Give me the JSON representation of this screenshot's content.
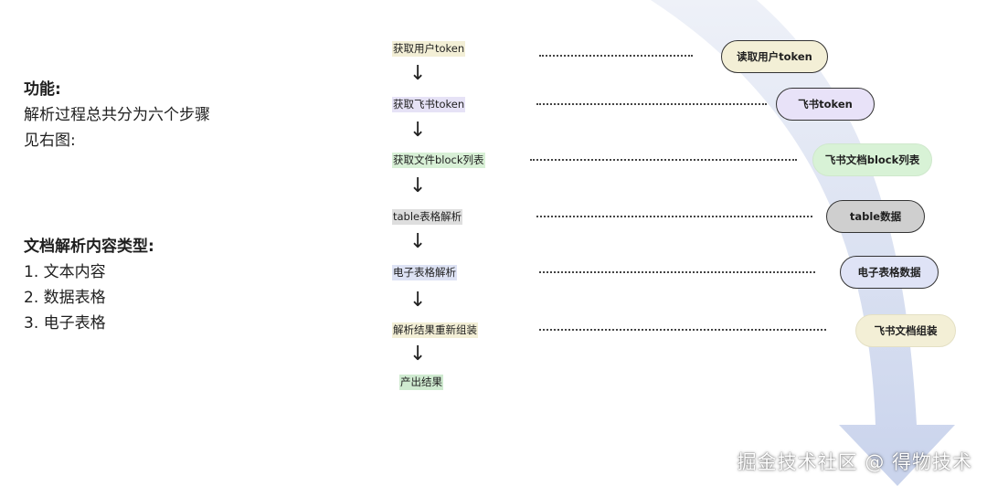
{
  "left": {
    "func_title": "功能:",
    "func_line1": "解析过程总共分为六个步骤",
    "func_line2": "见右图:",
    "types_title": "文档解析内容类型:",
    "types": [
      "1.  文本内容",
      "2.  数据表格",
      "3.  电子表格"
    ]
  },
  "steps": [
    {
      "label": "获取用户token",
      "highlight": "#f3efd6"
    },
    {
      "label": "获取飞书token",
      "highlight": "#e6e2f6"
    },
    {
      "label": "获取文件block列表",
      "highlight": "#d8f0d6"
    },
    {
      "label": "table表格解析",
      "highlight": "#dedede"
    },
    {
      "label": "电子表格解析",
      "highlight": "#dde2f4"
    },
    {
      "label": "解析结果重新组装",
      "highlight": "#f3efd6"
    },
    {
      "label": "产出结果",
      "highlight": "#cfead0"
    }
  ],
  "arrow_glyph": "↓",
  "pills": [
    {
      "label": "读取用户token",
      "fill": "#f3efd6"
    },
    {
      "label": "飞书token",
      "fill": "#e8e2f8"
    },
    {
      "label": "飞书文档block列表",
      "fill": "#d8f2d6"
    },
    {
      "label": "table数据",
      "fill": "#cfcfcf"
    },
    {
      "label": "电子表格数据",
      "fill": "#dfe3f6"
    },
    {
      "label": "飞书文档组装",
      "fill": "#f3efd6"
    }
  ],
  "colors": {
    "flow_arrow": "#cdd6ee",
    "flow_arrow_light": "#e7ebf6"
  },
  "watermark": "掘金技术社区 @ 得物技术"
}
